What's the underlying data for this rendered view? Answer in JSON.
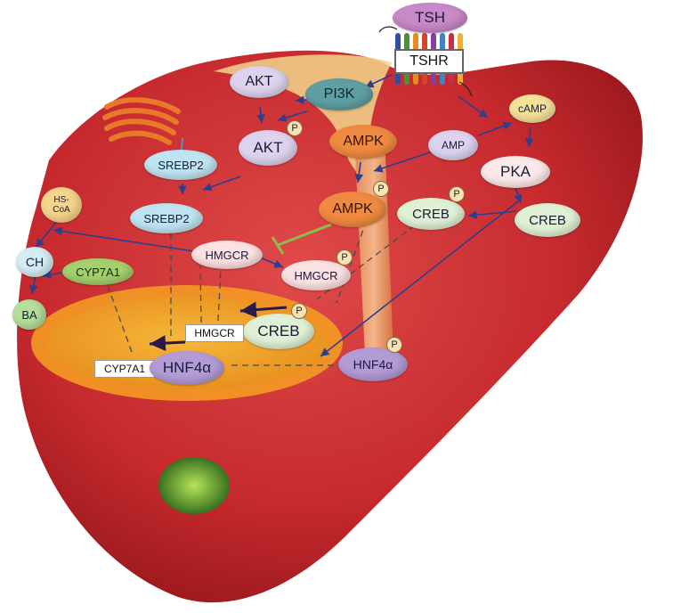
{
  "diagram": {
    "nodes": {
      "tsh": "TSH",
      "tshr": "TSHR",
      "akt_top": "AKT",
      "pi3k": "PI3K",
      "akt_p": "AKT",
      "ampk_top": "AMPK",
      "amp": "AMP",
      "camp": "cAMP",
      "pka": "PKA",
      "srebp2_top": "SREBP2",
      "srebp2_bottom": "SREBP2",
      "ampk_p": "AMPK",
      "creb_p_right": "CREB",
      "creb_right": "CREB",
      "hs_coa": "HS-\nCoA",
      "ch": "CH",
      "cyp7a1": "CYP7A1",
      "ba": "BA",
      "hmgcr": "HMGCR",
      "hmgcr_p": "HMGCR",
      "creb_nucleus": "CREB",
      "hmgcr_gene": "HMGCR",
      "cyp7a1_gene": "CYP7A1",
      "hnf4a_nucleus": "HNF4α",
      "hnf4a_p": "HNF4α"
    },
    "phospho_label": "P"
  }
}
